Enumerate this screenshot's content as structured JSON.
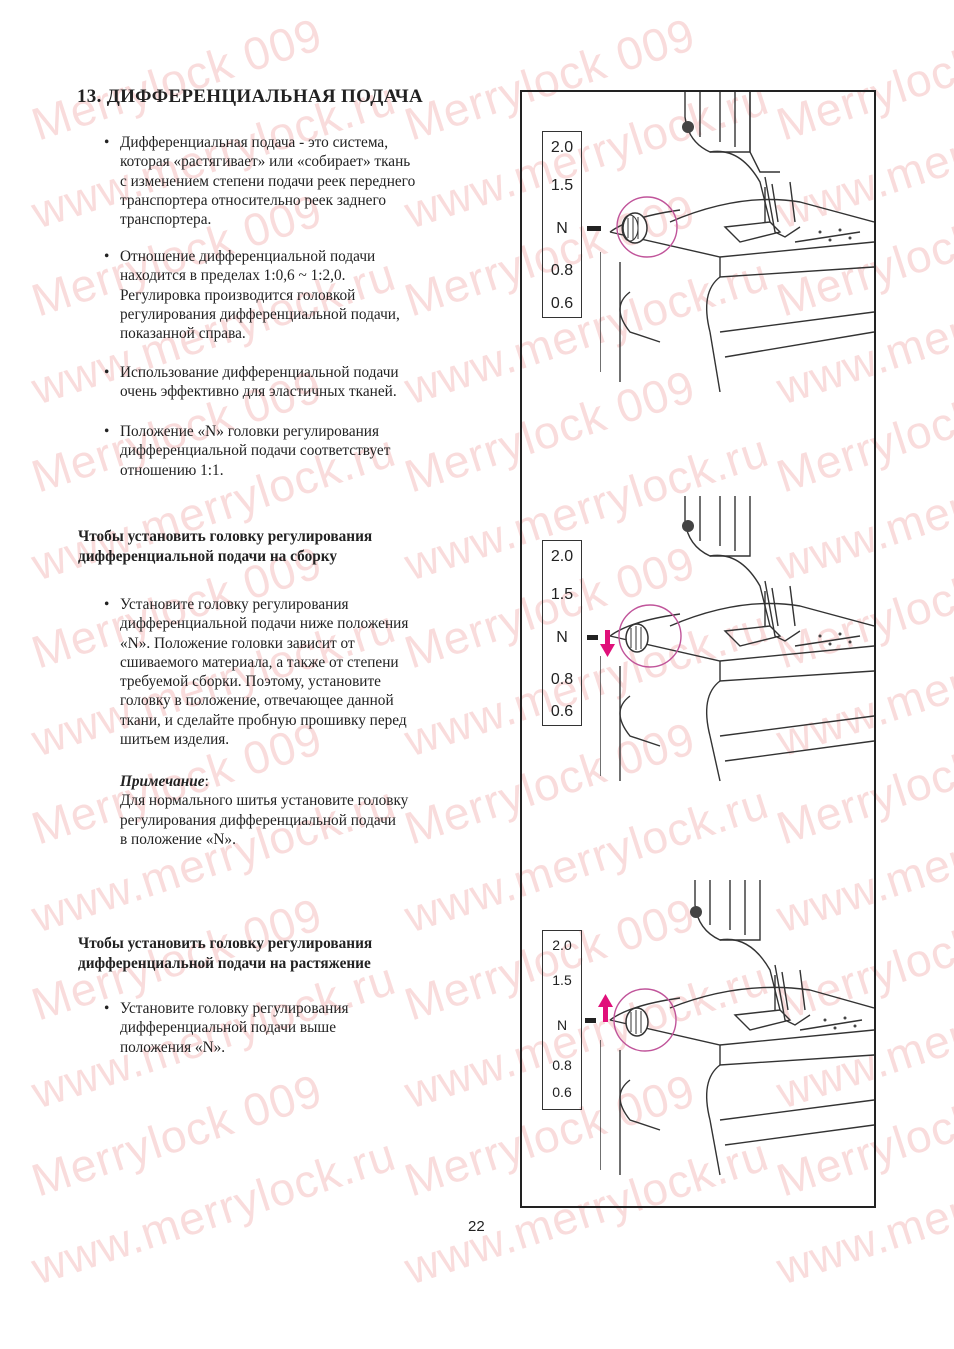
{
  "section_title": "13. ДИФФЕРЕНЦИАЛЬНАЯ ПОДАЧА",
  "bullets": [
    [
      "Дифференциальная подача - это система,",
      "которая «растягивает» или «собирает»  ткань",
      "с изменением степени подачи реек переднего",
      "транспортера относительно реек заднего",
      "транспортера."
    ],
    [
      "Отношение дифференциальной подачи",
      "находится в пределах 1:0,6 ~ 1:2,0.",
      "Регулировка производится головкой",
      "регулирования дифференциальной подачи,",
      "показанной справа."
    ],
    [
      "Использование дифференциальной подачи",
      "очень эффективно для эластичных тканей."
    ],
    [
      "Положение «N» головки регулирования",
      "дифференциальной подачи соответствует",
      "отношению 1:1."
    ]
  ],
  "gather": {
    "heading": [
      "Чтобы установить головку регулирования",
      "дифференциальной подачи на сборку"
    ],
    "bullet": [
      "Установите головку регулирования",
      "дифференциальной подачи ниже положения",
      "«N». Положение головки зависит от",
      "сшиваемого материала, а также от степени",
      "требуемой сборки. Поэтому, установите",
      "головку в положение, отвечающее данной",
      "ткани, и сделайте пробную прошивку перед",
      "шитьем изделия."
    ],
    "note_title": "Примечание",
    "note_colon": ":",
    "note": [
      "Для нормального шитья установите головку",
      "регулирования  дифференциальной подачи",
      "в положение «N»."
    ]
  },
  "stretch": {
    "heading": [
      "Чтобы установить головку регулирования",
      "дифференциальной подачи на растяжение"
    ],
    "bullet": [
      "Установите головку регулирования",
      "дифференциальной подачи выше",
      "положения «N»."
    ]
  },
  "scale_labels": [
    "2.0",
    "1.5",
    "N",
    "0.8",
    "0.6"
  ],
  "bullet_glyph": "•",
  "page_number": "22",
  "watermark": [
    "Merrylock 009",
    "www.merrylock.ru"
  ],
  "colors": {
    "arrow": "#e0107a",
    "circle": "#c0549a",
    "watermark": "#ee9696"
  }
}
